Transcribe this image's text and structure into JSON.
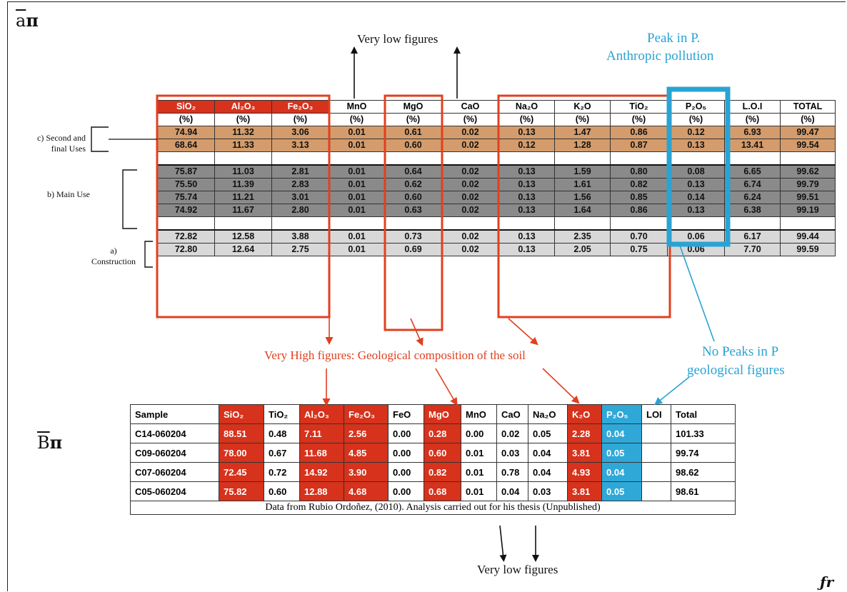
{
  "panel_labels": {
    "a": "a",
    "b": "B"
  },
  "annotations": {
    "very_low_top": "Very low figures",
    "peak_p_line1": "Peak in P.",
    "peak_p_line2": "Anthropic pollution",
    "very_high": "Very High figures: Geological composition of the soil",
    "no_peaks_line1": "No Peaks in P",
    "no_peaks_line2": "geological figures",
    "very_low_bottom": "Very low figures"
  },
  "group_labels": {
    "second_final_line1": "c) Second and",
    "second_final_line2": "final Uses",
    "main_use": "b) Main Use",
    "construction_line1": "a)",
    "construction_line2": "Construction"
  },
  "table_a": {
    "headers": [
      "SiO₂",
      "Al₂O₃",
      "Fe₂O₃",
      "MnO",
      "MgO",
      "CaO",
      "Na₂O",
      "K₂O",
      "TiO₂",
      "P₂O₅",
      "L.O.I",
      "TOTAL"
    ],
    "units": [
      "(%)",
      "(%)",
      "(%)",
      "(%)",
      "(%)",
      "(%)",
      "(%)",
      "(%)",
      "(%)",
      "(%)",
      "(%)",
      "(%)"
    ],
    "second_final": [
      [
        "74.94",
        "11.32",
        "3.06",
        "0.01",
        "0.61",
        "0.02",
        "0.13",
        "1.47",
        "0.86",
        "0.12",
        "6.93",
        "99.47"
      ],
      [
        "68.64",
        "11.33",
        "3.13",
        "0.01",
        "0.60",
        "0.02",
        "0.12",
        "1.28",
        "0.87",
        "0.13",
        "13.41",
        "99.54"
      ]
    ],
    "main_use": [
      [
        "75.87",
        "11.03",
        "2.81",
        "0.01",
        "0.64",
        "0.02",
        "0.13",
        "1.59",
        "0.80",
        "0.08",
        "6.65",
        "99.62"
      ],
      [
        "75.50",
        "11.39",
        "2.83",
        "0.01",
        "0.62",
        "0.02",
        "0.13",
        "1.61",
        "0.82",
        "0.13",
        "6.74",
        "99.79"
      ],
      [
        "75.74",
        "11.21",
        "3.01",
        "0.01",
        "0.60",
        "0.02",
        "0.13",
        "1.56",
        "0.85",
        "0.14",
        "6.24",
        "99.51"
      ],
      [
        "74.92",
        "11.67",
        "2.80",
        "0.01",
        "0.63",
        "0.02",
        "0.13",
        "1.64",
        "0.86",
        "0.13",
        "6.38",
        "99.19"
      ]
    ],
    "construction": [
      [
        "72.82",
        "12.58",
        "3.88",
        "0.01",
        "0.73",
        "0.02",
        "0.13",
        "2.35",
        "0.70",
        "0.06",
        "6.17",
        "99.44"
      ],
      [
        "72.80",
        "12.64",
        "2.75",
        "0.01",
        "0.69",
        "0.02",
        "0.13",
        "2.05",
        "0.75",
        "0.06",
        "7.70",
        "99.59"
      ]
    ]
  },
  "table_b": {
    "headers": [
      "Sample",
      "SiO₂",
      "TiO₂",
      "Al₂O₃",
      "Fe₂O₃",
      "FeO",
      "MgO",
      "MnO",
      "CaO",
      "Na₂O",
      "K₂O",
      "P₂O₅",
      "LOI",
      "Total"
    ],
    "rows": [
      [
        "C14-060204",
        "88.51",
        "0.48",
        "7.11",
        "2.56",
        "0.00",
        "0.28",
        "0.00",
        "0.02",
        "0.05",
        "2.28",
        "0.04",
        "",
        "101.33"
      ],
      [
        "C09-060204",
        "78.00",
        "0.67",
        "11.68",
        "4.85",
        "0.00",
        "0.60",
        "0.01",
        "0.03",
        "0.04",
        "3.81",
        "0.05",
        "",
        "99.74"
      ],
      [
        "C07-060204",
        "72.45",
        "0.72",
        "14.92",
        "3.90",
        "0.00",
        "0.82",
        "0.01",
        "0.78",
        "0.04",
        "4.93",
        "0.04",
        "",
        "98.62"
      ],
      [
        "C05-060204",
        "75.82",
        "0.60",
        "12.88",
        "4.68",
        "0.00",
        "0.68",
        "0.01",
        "0.04",
        "0.03",
        "3.81",
        "0.05",
        "",
        "98.61"
      ]
    ],
    "source": "Data from Rubio Ordoñez, (2010). Analysis carried out for his thesis (Unpublished)"
  },
  "colors": {
    "red": "#d6321c",
    "blue": "#2fa8d8",
    "tan": "#d49c6c",
    "gray": "#8a8a8a",
    "light_gray": "#d8d8d8"
  }
}
